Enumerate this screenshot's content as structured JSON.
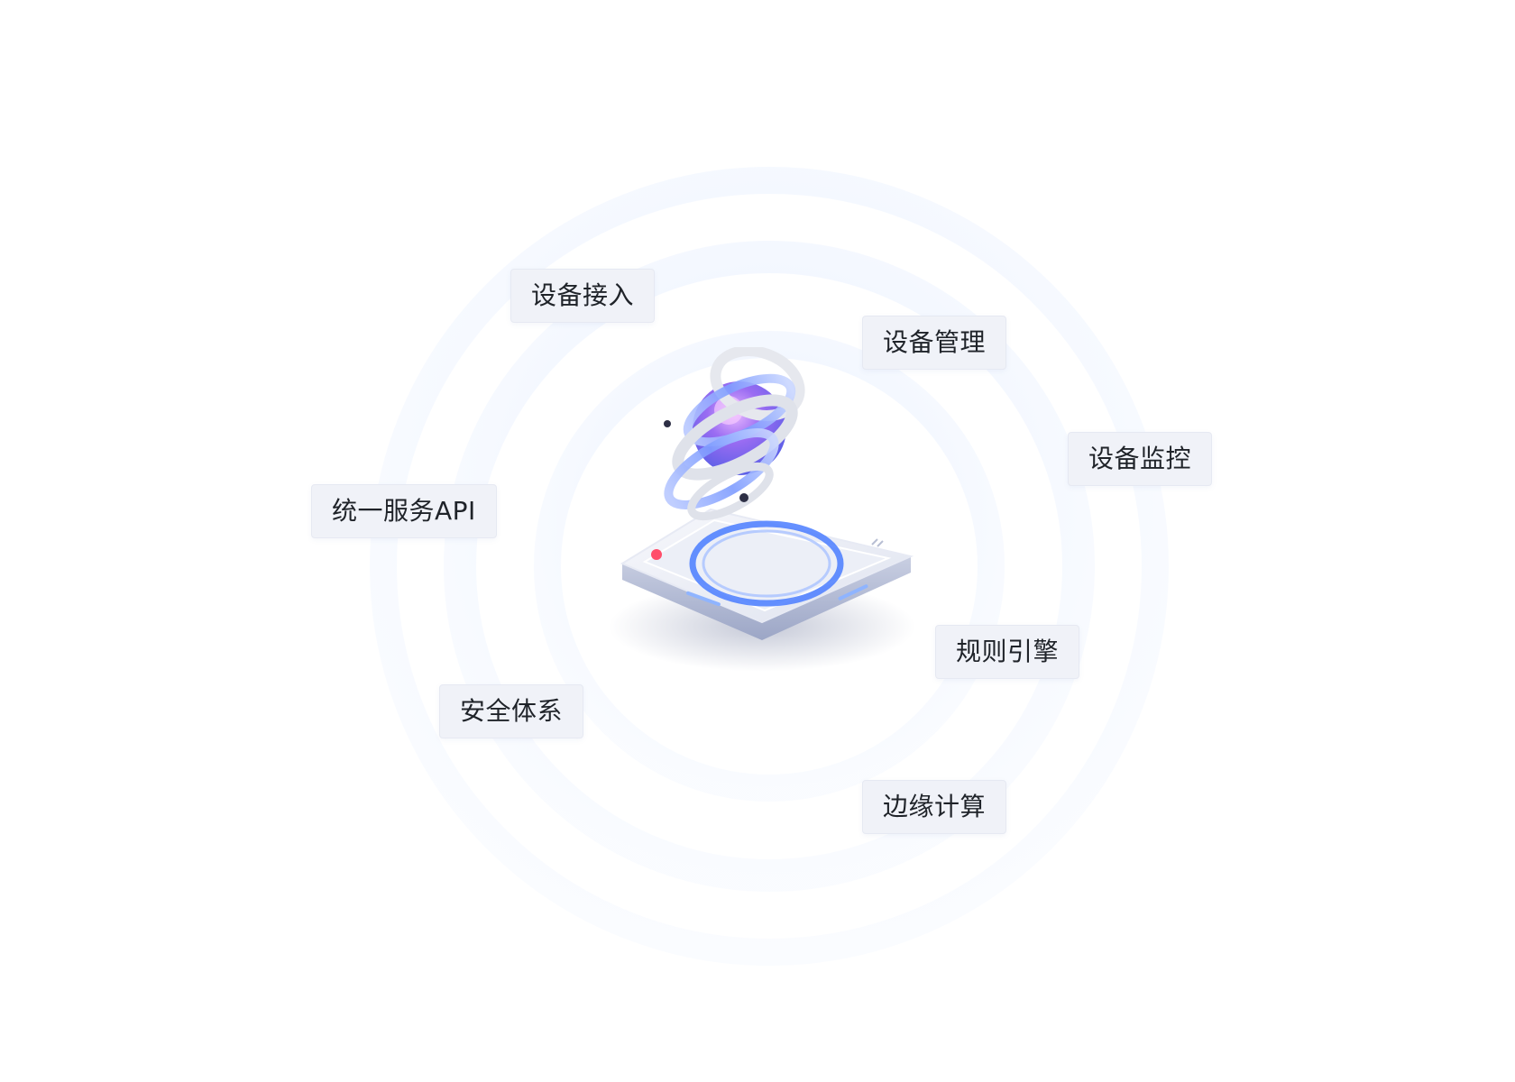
{
  "capabilities": {
    "device_access": "设备接入",
    "device_management": "设备管理",
    "device_monitoring": "设备监控",
    "unified_api": "统一服务API",
    "rule_engine": "规则引擎",
    "security_system": "安全体系",
    "edge_computing": "边缘计算"
  },
  "colors": {
    "ring": "#dbe8ff",
    "chip_background": "#f0f2f8",
    "chip_text": "#1f2329",
    "accent_blue": "#4a7dff",
    "accent_purple": "#8a5cf6",
    "indicator_red": "#ff4d6a"
  },
  "icons": {
    "hub": "iot-hub-globe-icon"
  }
}
